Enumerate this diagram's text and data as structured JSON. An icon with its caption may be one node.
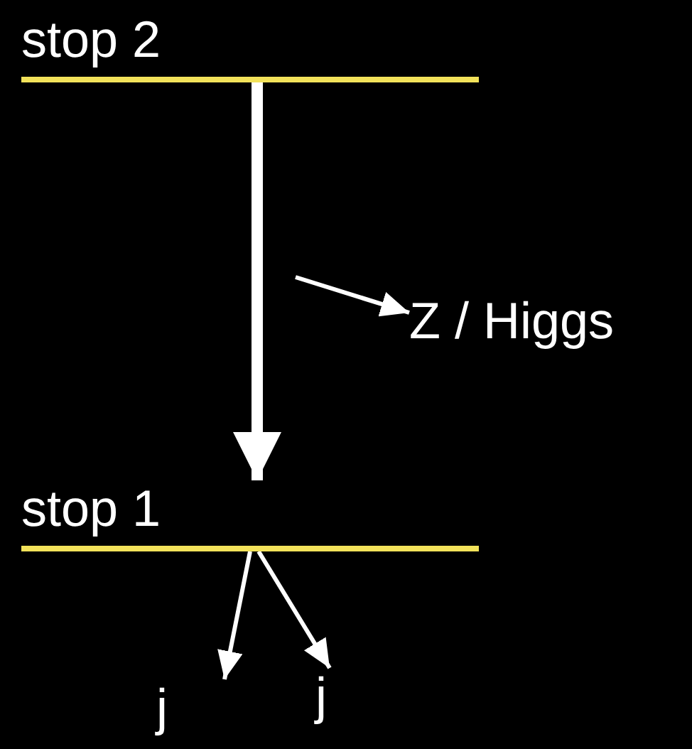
{
  "diagram": {
    "nodes": [
      {
        "text": [
          "stop 2"
        ]
      },
      {
        "text": [
          "stop 1"
        ]
      },
      {
        "text": [
          "Z / Higgs"
        ]
      },
      {
        "text": [
          "j"
        ]
      },
      {
        "text": [
          "j"
        ]
      }
    ],
    "edges": [
      {
        "from": 0,
        "to": 1,
        "arrow": "to",
        "style": "thick"
      },
      {
        "from": null,
        "to": 2,
        "arrow": "to"
      },
      {
        "from": 1,
        "to": 3,
        "arrow": "to"
      },
      {
        "from": 1,
        "to": 4,
        "arrow": "to"
      }
    ]
  }
}
